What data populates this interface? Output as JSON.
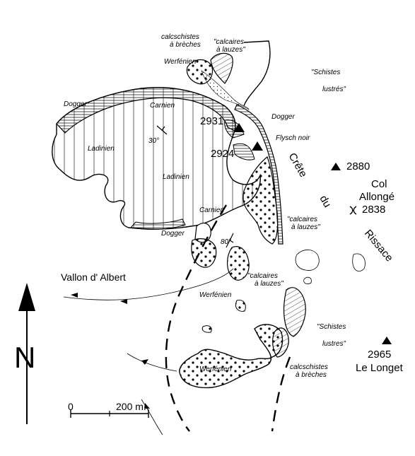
{
  "labels": {
    "calcschistes_top": "calcschistes\nà brèches",
    "calcaires_top": "\"calcaires\nà lauzes\"",
    "werfenien_top": "Werfénien",
    "schistes_top": "\"Schistes\nlustrés\"",
    "dogger_left": "Dogger",
    "carnien_top": "Carnien",
    "ladinien_left": "Ladinien",
    "ladinien_center": "Ladinien",
    "dip_30": "30°",
    "peak_2931": "2931",
    "peak_2924": "2924",
    "dogger_right": "Dogger",
    "flysch_noir": "Flysch noir",
    "crete": "Crête",
    "du": "du",
    "rissace": "Rissace",
    "peak_2880": "2880",
    "col_line1": "Col",
    "col_line2": "Allongé",
    "col_line3": "2838",
    "carnien_bottom": "Carnien",
    "calcaires_mid": "\"calcaires\nà lauzes\"",
    "dogger_bottom": "Dogger",
    "dip_80": "80°",
    "vallon": "Vallon  d' Albert",
    "calcaires_low": "\"calcaires\nà lauzes\"",
    "werfenien_mid": "Werfénien",
    "schistes_low": "\"Schistes\nlustrés\"",
    "peak_2965": "2965",
    "le_longet": "Le Longet",
    "werfenien_low": "Werfénien",
    "calcschistes_low": "calcschistes\nà brèches",
    "north": "N",
    "scale_0": "0",
    "scale_200": "200 m."
  },
  "colors": {
    "ink": "#000000",
    "paper": "#ffffff"
  }
}
